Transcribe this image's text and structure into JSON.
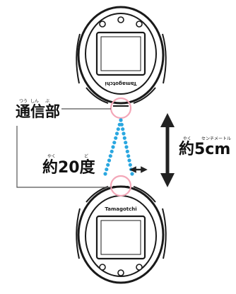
{
  "device_top": {
    "brand": "Tamagotchi"
  },
  "device_bottom": {
    "brand": "Tamagotchi"
  },
  "labels": {
    "comm_part": "通信部",
    "comm_part_ruby_tsuu": "つう",
    "comm_part_ruby_shin": "しん",
    "comm_part_ruby_bu": "ぶ",
    "angle": "約20度",
    "angle_ruby_yaku": "やく",
    "angle_ruby_do": "ど",
    "distance": "約5cm",
    "distance_ruby_yaku": "やく",
    "distance_ruby_cm": "センチメートル"
  },
  "colors": {
    "device_outline": "#1a1a1a",
    "highlight_circle": "#f3a7b8",
    "beam_dots": "#2aa7e0",
    "arrow": "#222222"
  }
}
